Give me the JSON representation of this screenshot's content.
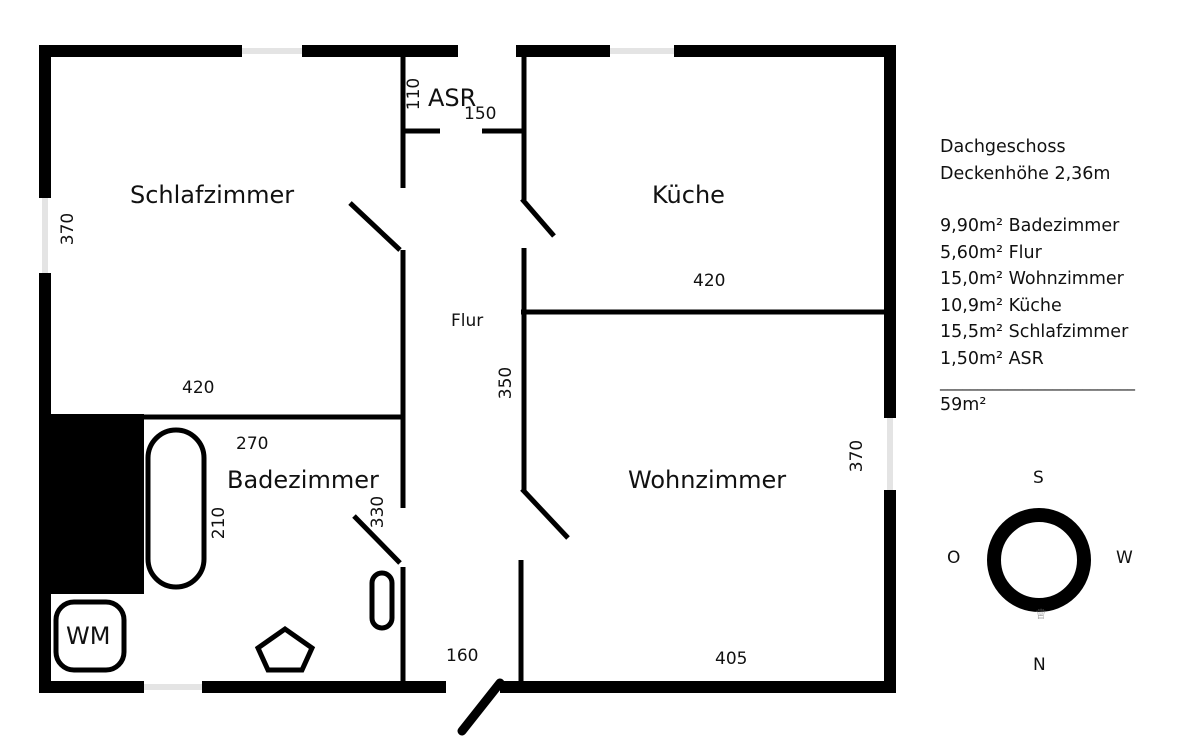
{
  "plan": {
    "rooms": {
      "asr": "ASR",
      "schlafzimmer": "Schlafzimmer",
      "kueche": "Küche",
      "flur": "Flur",
      "badezimmer": "Badezimmer",
      "wohnzimmer": "Wohnzimmer",
      "wm": "WM"
    },
    "dimensions": {
      "asr_height": "110",
      "asr_width": "150",
      "schlafzimmer_height": "370",
      "schlafzimmer_width": "420",
      "kueche_width": "420",
      "flur_length": "350",
      "bad_width": "270",
      "bad_length": "330",
      "bathtub_length": "210",
      "wohnzimmer_height": "370",
      "flur_bottom_width": "160",
      "wohnzimmer_width": "405"
    }
  },
  "info": {
    "floor": "Dachgeschoss",
    "ceiling": "Deckenhöhe 2,36m",
    "areas": [
      "9,90m² Badezimmer",
      "5,60m² Flur",
      "15,0m² Wohnzimmer",
      "10,9m² Küche",
      "15,5m² Schlafzimmer",
      "1,50m² ASR"
    ],
    "separator": "__________________________",
    "total": "59m²"
  },
  "compass": {
    "top": "S",
    "left": "O",
    "right": "W",
    "bottom": "N"
  }
}
